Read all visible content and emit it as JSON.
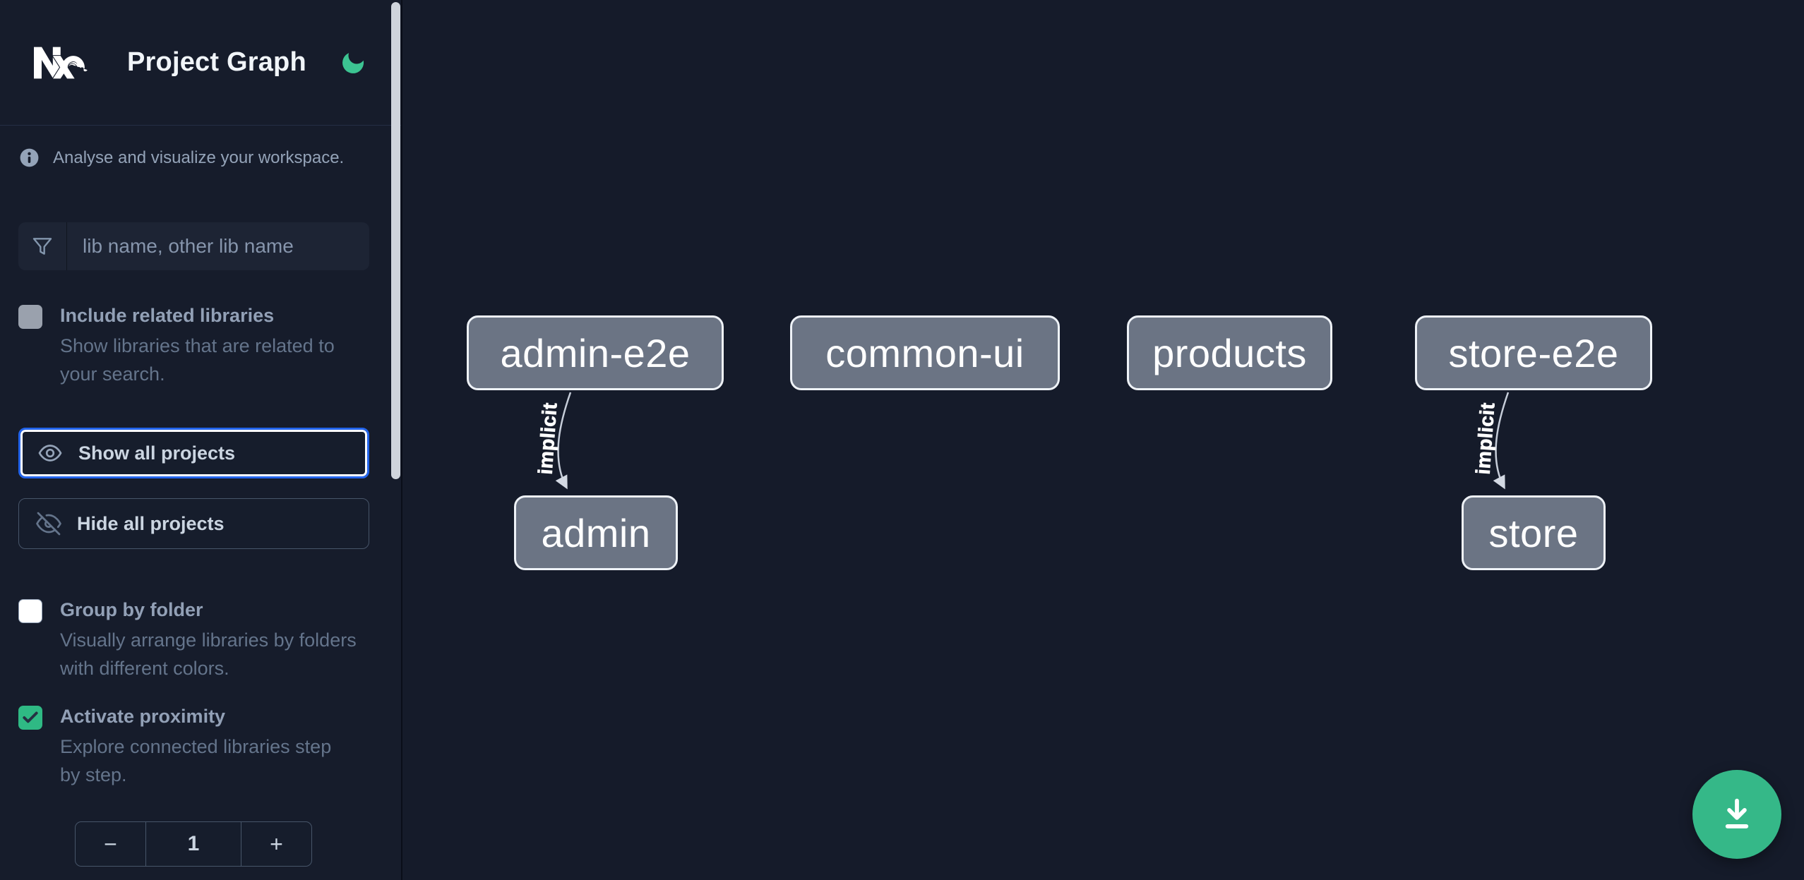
{
  "header": {
    "title": "Project Graph",
    "logo": "nx-logo",
    "theme_toggle_icon": "moon-icon"
  },
  "sidebar": {
    "tagline": "Analyse and visualize your workspace.",
    "search": {
      "placeholder": "lib name, other lib name",
      "icon": "funnel-icon"
    },
    "include_related": {
      "label": "Include related libraries",
      "description": "Show libraries that are related to your search.",
      "checked": false,
      "disabled": true
    },
    "show_all_label": "Show all projects",
    "hide_all_label": "Hide all projects",
    "group_by_folder": {
      "label": "Group by folder",
      "description": "Visually arrange libraries by folders with different colors.",
      "checked": false
    },
    "activate_proximity": {
      "label": "Activate proximity",
      "description": "Explore connected libraries step by step.",
      "checked": true
    },
    "stepper": {
      "decrement": "−",
      "value": "1",
      "increment": "+"
    }
  },
  "graph": {
    "nodes": [
      {
        "label": "admin-e2e"
      },
      {
        "label": "common-ui"
      },
      {
        "label": "products"
      },
      {
        "label": "store-e2e"
      },
      {
        "label": "admin"
      },
      {
        "label": "store"
      }
    ],
    "edges": [
      {
        "from": "admin-e2e",
        "to": "admin",
        "label": "implicit"
      },
      {
        "from": "store-e2e",
        "to": "store",
        "label": "implicit"
      }
    ]
  },
  "fab": {
    "icon": "download-icon"
  },
  "colors": {
    "background": "#151b2a",
    "sidebar_background": "#161c2b",
    "accent_green": "#2fb984",
    "moon_green": "#3cc492",
    "fab_green": "#35b888",
    "focus_blue": "#2364eb",
    "node_fill": "#6b7484",
    "node_border": "#eef2f7",
    "edge_gray": "#c6cdd9",
    "text_muted": "#94a3b8",
    "text_description": "#64748b"
  }
}
